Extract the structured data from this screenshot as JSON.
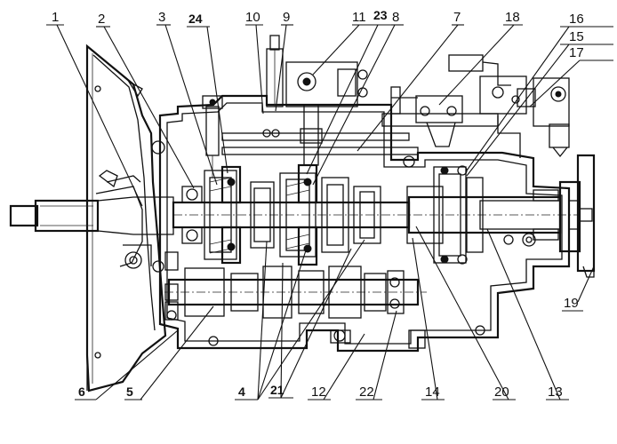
{
  "diagram": {
    "callouts_top": [
      "1",
      "2",
      "3",
      "24",
      "10",
      "9",
      "11",
      "23",
      "8",
      "7",
      "18",
      "16",
      "15",
      "17"
    ],
    "callouts_right": [
      "19"
    ],
    "callouts_bottom": [
      "6",
      "5",
      "4",
      "21",
      "12",
      "22",
      "14",
      "20",
      "13"
    ]
  }
}
